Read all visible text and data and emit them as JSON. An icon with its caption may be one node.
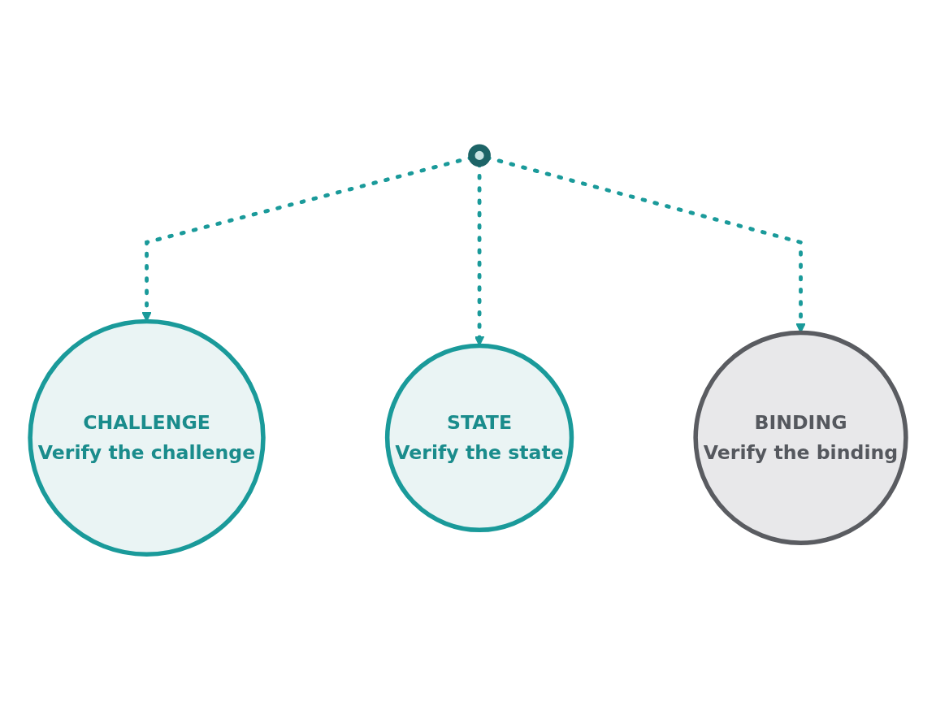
{
  "diagram": {
    "nodes": [
      {
        "text": [
          "CHALLENGE",
          "Verify the challenge"
        ]
      },
      {
        "text": [
          "STATE",
          "Verify the state"
        ]
      },
      {
        "text": [],
        "shape": "circle"
      },
      {
        "text": [
          "BINDING",
          "Verify the binding"
        ]
      }
    ],
    "edges": [
      {
        "from": 2,
        "to": 0,
        "arrow": "to",
        "style": "dashed"
      },
      {
        "from": 2,
        "to": 1,
        "arrow": "to",
        "style": "dashed"
      },
      {
        "from": 2,
        "to": 3,
        "arrow": "to",
        "style": "dashed"
      }
    ]
  }
}
